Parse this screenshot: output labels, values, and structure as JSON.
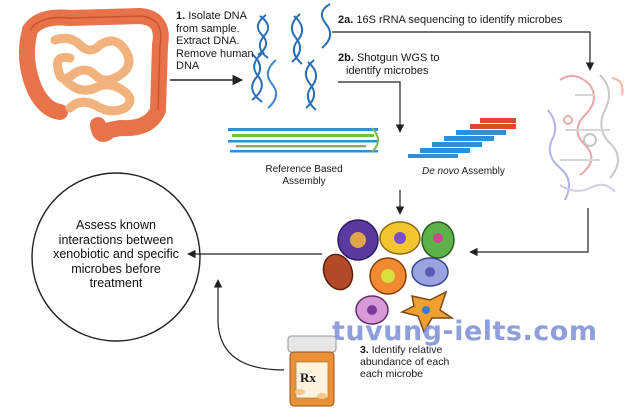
{
  "steps": {
    "step1": {
      "num": "1.",
      "line1": "Isolate DNA",
      "line2": "from sample.",
      "line3": "Extract DNA.",
      "line4": "Remove human",
      "line5": "DNA"
    },
    "step2a": {
      "num": "2a.",
      "text": "16S rRNA sequencing to identify microbes"
    },
    "step2b": {
      "num": "2b.",
      "line1": "Shotgun WGS to",
      "line2": "identify microbes"
    },
    "step3": {
      "num": "3.",
      "line1": "Identify relative",
      "line2": "abundance of each",
      "line3": "each microbe"
    }
  },
  "assembly": {
    "reference_line1": "Reference Based",
    "reference_line2": "Assembly",
    "denovo_italic": "De novo",
    "denovo_rest": " Assembly"
  },
  "assess": {
    "line1": "Assess known",
    "line2": "interactions between",
    "line3": "xenobiotic and specific",
    "line4": "microbes before",
    "line5": "treatment"
  },
  "pill_bottle": {
    "label": "Rx"
  },
  "watermark": "tuvung-ielts.com",
  "colors": {
    "arrow": "#222222",
    "intestine": "#e8734a",
    "dna": "#2a6fb5",
    "reads_blue": "#2f8fd8",
    "reads_red": "#e04a2a",
    "reads_green": "#7cb84a",
    "pill_orange": "#e8913a"
  }
}
